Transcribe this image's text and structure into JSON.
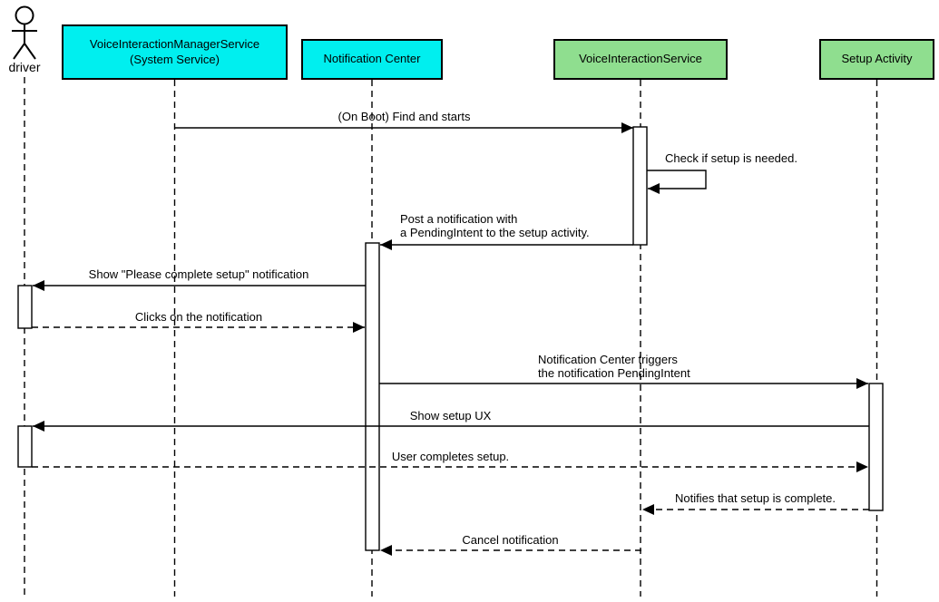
{
  "diagram": {
    "kind": "uml-sequence-diagram",
    "colors": {
      "system_box_fill": "#00EFEF",
      "app_box_fill": "#8FDE8F",
      "line_color": "#000000",
      "background": "#FFFFFF"
    }
  },
  "participants": [
    {
      "id": "driver",
      "kind": "actor",
      "label": "driver"
    },
    {
      "id": "vims",
      "kind": "box",
      "label": "VoiceInteractionManagerService\n(System Service)",
      "color": "#00EFEF"
    },
    {
      "id": "nc",
      "kind": "box",
      "label": "Notification Center",
      "color": "#00EFEF"
    },
    {
      "id": "vis",
      "kind": "box",
      "label": "VoiceInteractionService",
      "color": "#8FDE8F"
    },
    {
      "id": "sa",
      "kind": "box",
      "label": "Setup Activity",
      "color": "#8FDE8F"
    }
  ],
  "messages": [
    {
      "label": "(On Boot) Find and starts",
      "from": "VoiceInteractionManagerService (System Service)",
      "to": "VoiceInteractionService",
      "style": "solid"
    },
    {
      "label": "Check if setup is needed.",
      "from": "VoiceInteractionService",
      "to": "VoiceInteractionService",
      "style": "solid-self"
    },
    {
      "label": "Post a notification with\na PendingIntent to the setup activity.",
      "from": "VoiceInteractionService",
      "to": "Notification Center",
      "style": "solid"
    },
    {
      "label": "Show \"Please complete setup\" notification",
      "from": "Notification Center",
      "to": "driver",
      "style": "solid"
    },
    {
      "label": "Clicks on the notification",
      "from": "driver",
      "to": "Notification Center",
      "style": "dashed"
    },
    {
      "label": "Notification Center triggers\nthe notification PendingIntent",
      "from": "Notification Center",
      "to": "Setup Activity",
      "style": "solid"
    },
    {
      "label": "Show setup UX",
      "from": "Setup Activity",
      "to": "driver",
      "style": "solid"
    },
    {
      "label": "User completes setup.",
      "from": "driver",
      "to": "Setup Activity",
      "style": "dashed"
    },
    {
      "label": "Notifies that setup is complete.",
      "from": "Setup Activity",
      "to": "VoiceInteractionService",
      "style": "dashed"
    },
    {
      "label": "Cancel notification",
      "from": "VoiceInteractionService",
      "to": "Notification Center",
      "style": "dashed"
    }
  ]
}
